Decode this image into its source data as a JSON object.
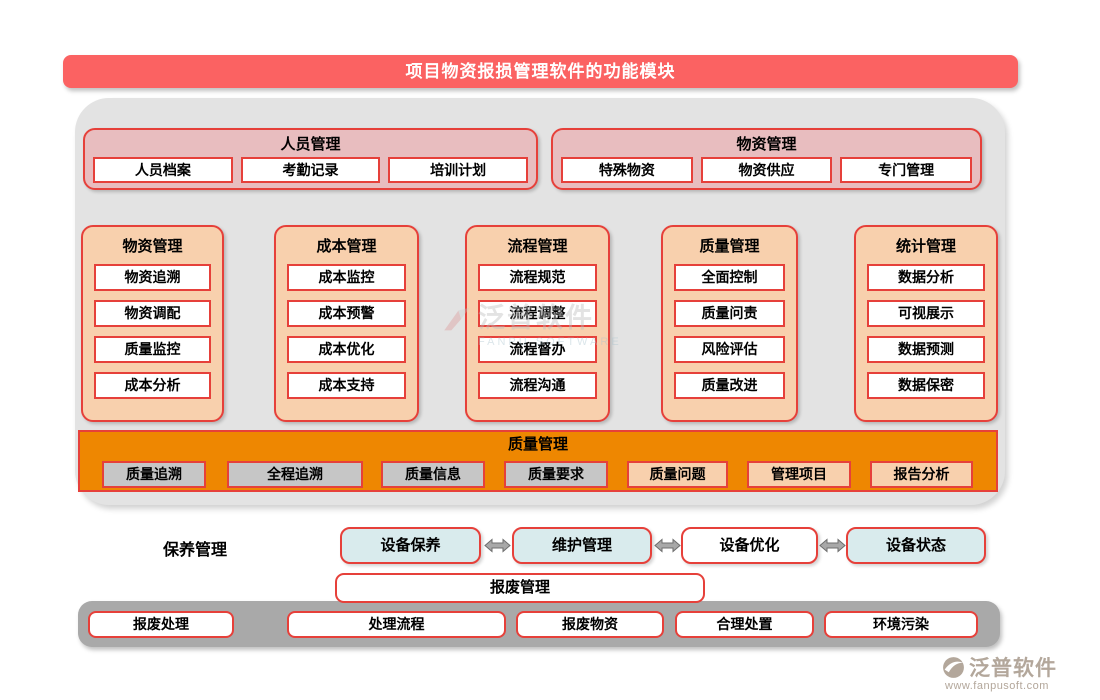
{
  "title": "项目物资报损管理软件的功能模块",
  "top_groups": [
    {
      "header": "人员管理",
      "items": [
        "人员档案",
        "考勤记录",
        "培训计划"
      ]
    },
    {
      "header": "物资管理",
      "items": [
        "特殊物资",
        "物资供应",
        "专门管理"
      ]
    }
  ],
  "columns": [
    {
      "header": "物资管理",
      "items": [
        "物资追溯",
        "物资调配",
        "质量监控",
        "成本分析"
      ]
    },
    {
      "header": "成本管理",
      "items": [
        "成本监控",
        "成本预警",
        "成本优化",
        "成本支持"
      ]
    },
    {
      "header": "流程管理",
      "items": [
        "流程规范",
        "流程调整",
        "流程督办",
        "流程沟通"
      ]
    },
    {
      "header": "质量管理",
      "items": [
        "全面控制",
        "质量问责",
        "风险评估",
        "质量改进"
      ]
    },
    {
      "header": "统计管理",
      "items": [
        "数据分析",
        "可视展示",
        "数据预测",
        "数据保密"
      ]
    }
  ],
  "quality_bar": {
    "header": "质量管理",
    "items": [
      {
        "label": "质量追溯",
        "style": "gray"
      },
      {
        "label": "全程追溯",
        "style": "gray"
      },
      {
        "label": "质量信息",
        "style": "gray"
      },
      {
        "label": "质量要求",
        "style": "gray"
      },
      {
        "label": "质量问题",
        "style": "peach"
      },
      {
        "label": "管理项目",
        "style": "peach"
      },
      {
        "label": "报告分析",
        "style": "peach"
      }
    ]
  },
  "maintenance_row": {
    "label": "保养管理",
    "nodes": [
      {
        "label": "设备保养",
        "style": "blue"
      },
      {
        "label": "维护管理",
        "style": "blue"
      },
      {
        "label": "设备优化",
        "style": "white"
      },
      {
        "label": "设备状态",
        "style": "blue"
      }
    ]
  },
  "scrap": {
    "header": "报废管理",
    "items": [
      "报废处理",
      "处理流程",
      "报废物资",
      "合理处置",
      "环境污染"
    ]
  },
  "watermark": {
    "text": "泛普软件",
    "subtext": "FANPU SOFTWARE"
  },
  "logo": {
    "name": "泛普软件",
    "url": "www.fanpusoft.com"
  },
  "colors": {
    "title_bar": "#fb6262",
    "border_red": "#e6403a",
    "group_pink": "#e8bdbf",
    "column_peach": "#f8d0ad",
    "quality_orange": "#ee8701",
    "panel_gray": "#e3e3e3",
    "item_gray": "#c6c6c6",
    "bottom_bar_gray": "#a9a9a9",
    "flow_blue": "#d9ebed",
    "logo_tan": "#b3a79b"
  }
}
